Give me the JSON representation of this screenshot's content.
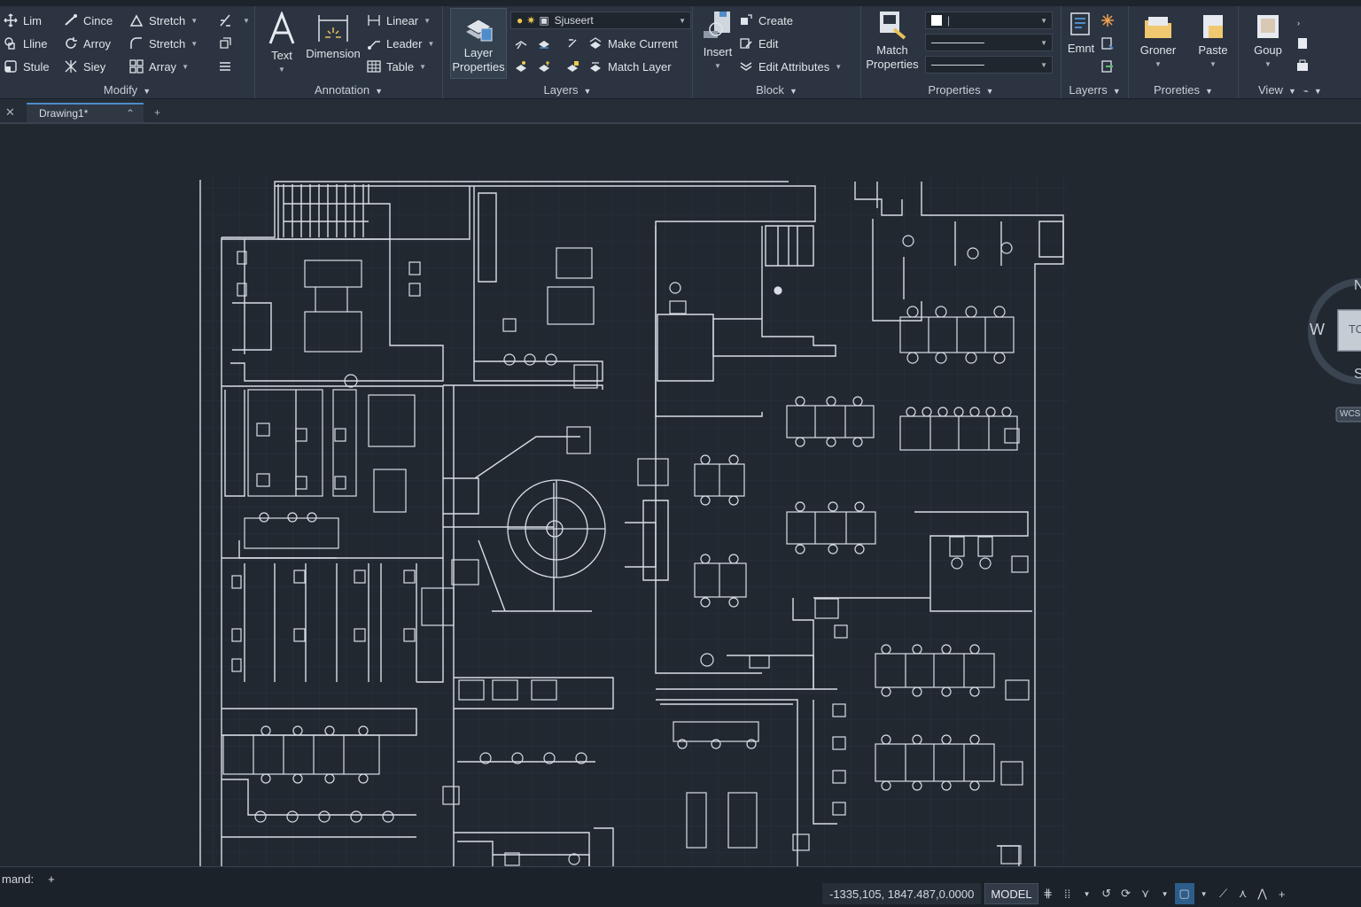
{
  "ribbon": {
    "modify": {
      "title": "Modify",
      "tools": [
        {
          "label": "Lim",
          "icon": "move-icon"
        },
        {
          "label": "Cince",
          "icon": "line-icon"
        },
        {
          "label": "Stretch",
          "icon": "stretch-icon"
        },
        {
          "label": "Lline",
          "icon": "copy-icon"
        },
        {
          "label": "Arroy",
          "icon": "rotate-icon"
        },
        {
          "label": "Stretch",
          "icon": "stretch-icon"
        },
        {
          "label": "Stule",
          "icon": "scale-icon"
        },
        {
          "label": "Siey",
          "icon": "trim-icon"
        },
        {
          "label": "Array",
          "icon": "array-icon"
        }
      ]
    },
    "annotation": {
      "title": "Annotation",
      "text_label": "Text",
      "dimension_label": "Dimension",
      "linear_label": "Linear",
      "leader_label": "Leader",
      "table_label": "Table"
    },
    "layers": {
      "title": "Layers",
      "layer_properties_label": "Layer\nProperties",
      "current_layer": "Sjuseert",
      "make_current_label": "Make Current",
      "match_layer_label": "Match Layer"
    },
    "block": {
      "title": "Block",
      "insert_label": "Insert",
      "create_label": "Create",
      "edit_label": "Edit",
      "edit_attributes_label": "Edit Attributes"
    },
    "properties": {
      "title": "Properties",
      "match_properties_label": "Match\nProperties"
    },
    "layers2": {
      "title": "Layerrs",
      "emnt_label": "Emnt"
    },
    "groups": {
      "title": "Proreties",
      "groer_label": "Groner",
      "paste_label": "Paste"
    },
    "view": {
      "title": "View",
      "group_label": "Goup"
    }
  },
  "tabs": {
    "file_tab": "Drawing1*",
    "add_tab": "+"
  },
  "viewcube": {
    "north": "N",
    "west": "W",
    "south": "S",
    "top": "TO",
    "wcs": "WCS"
  },
  "command": {
    "prompt": "mand:",
    "add": "+"
  },
  "status": {
    "coords": "-1335,105, 1847.487,0.0000",
    "model": "MODEL"
  },
  "colors": {
    "background": "#212830",
    "ribbon": "#2b3440",
    "linework": "#d9dee6",
    "accent": "#2d5d8a"
  }
}
